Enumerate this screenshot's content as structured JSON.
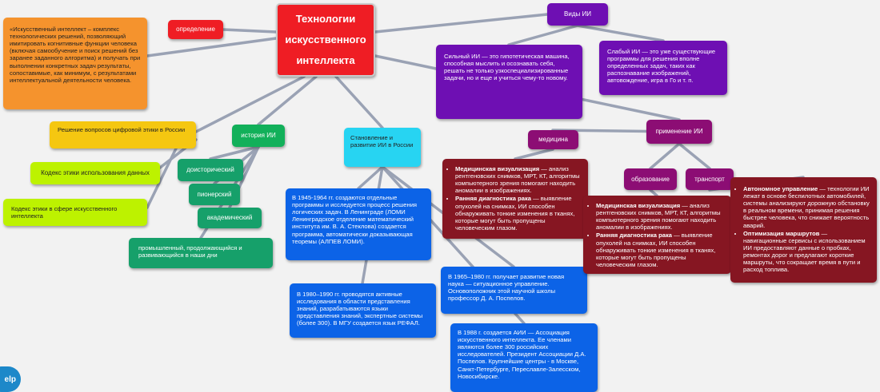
{
  "root": {
    "title": "Технологии искусственного интеллекта"
  },
  "definition": {
    "label": "определение",
    "text": "«Искусственный интеллект – комплекс технологических решений, позволяющий имитировать когнитивные функции человека (включая самообучение и поиск решений без заранее заданного алгоритма) и получать при выполнении конкретных задач результаты, сопоставимые, как минимум, с результатами интеллектуальной деятельности человека."
  },
  "ethics": {
    "label": "Решение вопросов цифровой этики в России",
    "code_use": "Кодекс этики использования данных",
    "code_ai": "Кодекс этики в сфере искусственного интеллекта"
  },
  "history": {
    "label": "история ИИ",
    "stages": [
      "доисторический",
      "пионерский",
      "академический"
    ],
    "industrial": "промышленный, продолжающийся и развивающийся в наши дни"
  },
  "development": {
    "label": "Становление и развитие ИИ в России",
    "p1945": "В 1945-1964 гг. создаются отдельные программы и исследуется процесс решения логических задач. В Ленинграде (ЛОМИ Ленинградское отделение математический институтa им. В. А. Стеклова) создается программа, автоматически доказывающая теоремы (АЛПЕВ ЛОМИ).",
    "p1965": "В 1965–1980 гг. получает развитие новая наука — ситуационное управление. Основоположник этой научной школы профессор Д. А. Поспелов.",
    "p1980": "В 1980–1990 гг. проводятся активные исследования в области представления знаний, разрабатываются языки представления знаний, экспертные системы (более 300). В МГУ создается язык РЕФАЛ.",
    "p1988": "В 1988 г. создается АИИ — Ассоциация искусственного интеллекта. Ее членами являются более 300 российских исследователей. Президент Ассоциации Д.А. Поспелов. Крупнейшие центры - в Москве, Санкт-Петербурге, Переславле-Залесском, Новосибирске."
  },
  "types": {
    "label": "Виды ИИ",
    "strong": "Сильный ИИ — это гипотетическая машина, способная мыслить и осознавать себя, решать не только узкоспециализированные задачи, но и еще и учиться чему-то новому.",
    "weak": "Слабый ИИ — это уже существующие программы для решения вполне определенных задач, таких как распознавание изображений, автовождение, игра в Го и т. п."
  },
  "application": {
    "label": "применение ИИ",
    "medicine": {
      "label": "медицина",
      "items": [
        {
          "title": "Медицинская визуализация",
          "text": " — анализ рентгеновских снимков, МРТ, КТ, алгоритмы компьютерного зрения помогают находить аномалии в изображениях."
        },
        {
          "title": "Ранняя диагностика рака",
          "text": " — выявление опухолей на снимках, ИИ способен обнаруживать тонкие изменения в тканях, которые могут быть пропущены человеческим глазом."
        }
      ]
    },
    "education": {
      "label": "образование",
      "items": [
        {
          "title": "Медицинская визуализация",
          "text": " — анализ рентгеновских снимков, МРТ, КТ, алгоритмы компьютерного зрения помогают находить аномалии в изображениях."
        },
        {
          "title": "Ранняя диагностика рака",
          "text": " — выявление опухолей на снимках, ИИ способен обнаруживать тонкие изменения в тканях, которые могут быть пропущены человеческим глазом."
        }
      ]
    },
    "transport": {
      "label": "транспорт",
      "items": [
        {
          "title": "Автономное управление",
          "text": " — технологии ИИ лежат в основе беспилотных автомобилей, системы анализируют дорожную обстановку в реальном времени, принимая решения быстрее человека, что снижает вероятность аварий."
        },
        {
          "title": "Оптимизация маршрутов",
          "text": " — навигационные сервисы с использованием ИИ предоставляют данные о пробках, ремонтах дорог и предлагают короткие маршруты, что сокращает время в пути и расход топлива."
        }
      ]
    }
  },
  "help": {
    "label": "elp"
  },
  "colors": {
    "orange": "#f5932d",
    "red": "#ef1d24",
    "purple": "#6e0fb3",
    "violet": "#8c0d74",
    "darkred": "#861622",
    "blue": "#0c63e7",
    "cyan": "#27d4f2",
    "green": "#12b05a",
    "teal": "#16a06a",
    "lime": "#bdf200",
    "yellow": "#f5c711",
    "link": "#9aa2b4"
  }
}
